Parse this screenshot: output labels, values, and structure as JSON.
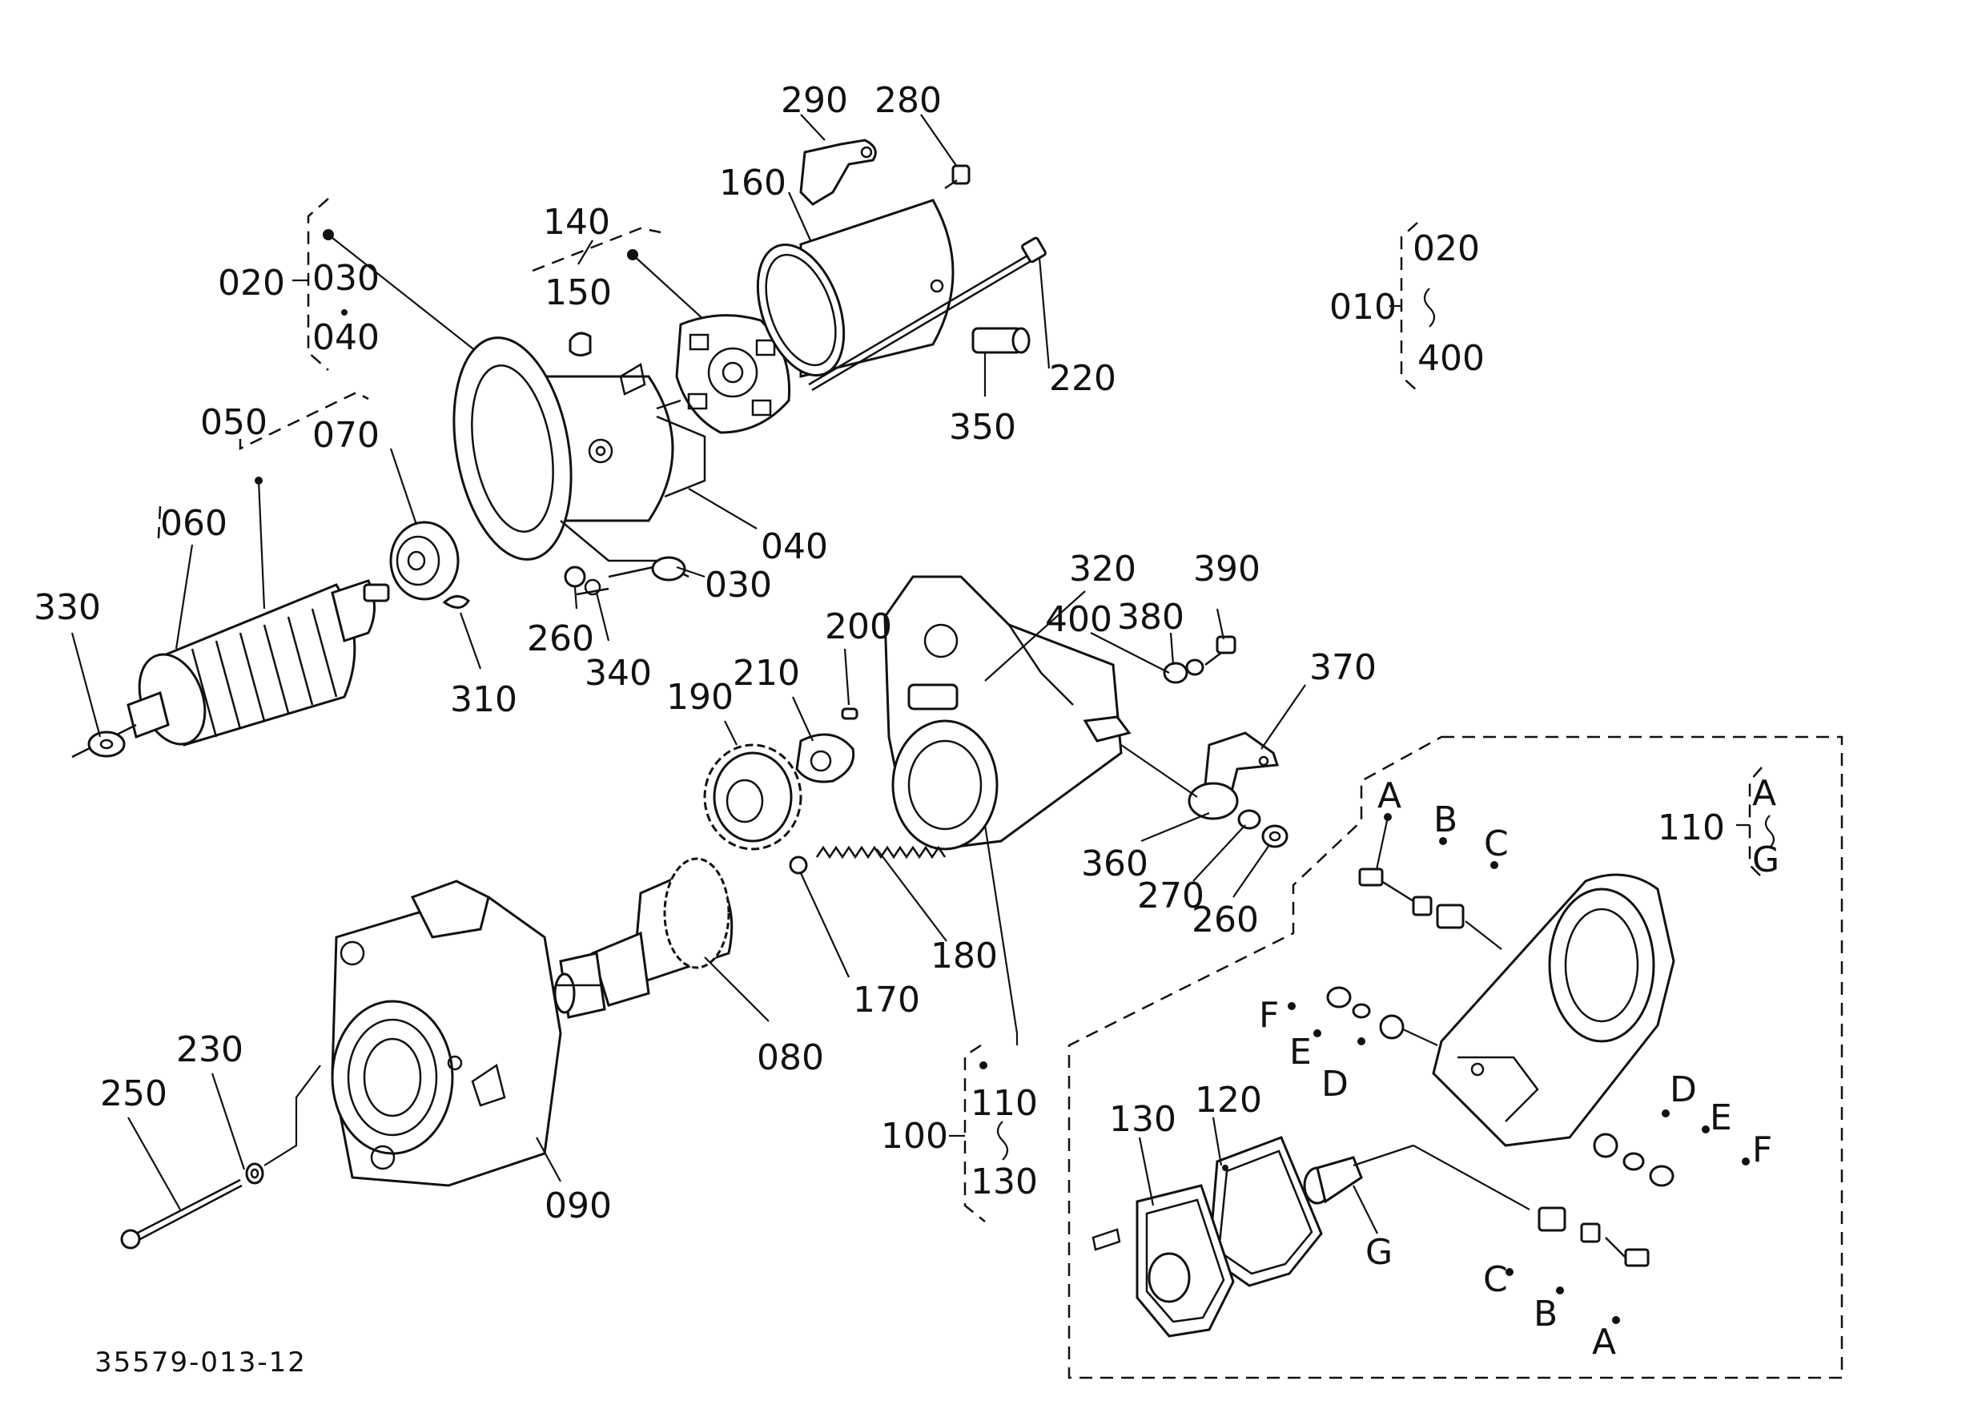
{
  "diagram": {
    "document_number": "35579-013-12",
    "labels": {
      "l010": "010",
      "l020a": "020",
      "l030a": "030",
      "l040a": "040",
      "l020b": "020",
      "l400a": "400",
      "l050": "050",
      "l060": "060",
      "l070": "070",
      "l330": "330",
      "l310": "310",
      "l260a": "260",
      "l340": "340",
      "l040b": "040",
      "l030b": "030",
      "l140": "140",
      "l150": "150",
      "l160": "160",
      "l290": "290",
      "l280": "280",
      "l220": "220",
      "l350": "350",
      "l320": "320",
      "l400b": "400",
      "l380": "380",
      "l390": "390",
      "l370": "370",
      "l200": "200",
      "l210": "210",
      "l190": "190",
      "l360": "360",
      "l270": "270",
      "l260b": "260",
      "l180": "180",
      "l170": "170",
      "l080": "080",
      "l090": "090",
      "l230": "230",
      "l250": "250",
      "l100": "100",
      "l110a": "110",
      "l130a": "130",
      "l110b": "110",
      "lA1": "A",
      "lG1": "G",
      "lA2": "A",
      "lB1": "B",
      "lC1": "C",
      "lF1": "F",
      "lE1": "E",
      "lD1": "D",
      "lD2": "D",
      "lE2": "E",
      "lF2": "F",
      "l120": "120",
      "l130b": "130",
      "lG2": "G",
      "lC2": "C",
      "lB2": "B",
      "lA3": "A"
    }
  }
}
